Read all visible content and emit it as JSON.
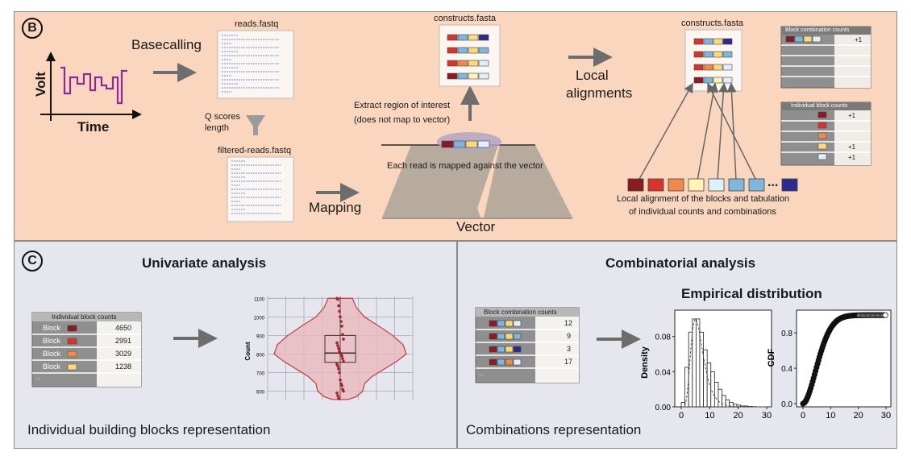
{
  "panel_b": {
    "letter": "B",
    "volt_label": "Volt",
    "time_label": "Time",
    "basecalling_label": "Basecalling",
    "reads_file": "reads.fastq",
    "q_scores_label": "Q scores",
    "length_label": "length",
    "filtered_file": "filtered-reads.fastq",
    "mapping_label": "Mapping",
    "constructs_file_center": "constructs.fasta",
    "extract_label_line1": "Extract region of interest",
    "extract_label_line2": "(does not map to vector)",
    "mapped_label": "Each read is mapped against the vector",
    "vector_label": "Vector",
    "local_label_line1": "Local",
    "local_label_line2": "alignments",
    "constructs_file_right": "constructs.fasta",
    "block_combination_counts_header": "Block combination counts",
    "combination_plus": "+1",
    "individual_block_counts_header": "Individual block counts",
    "individual_plus": [
      "+1",
      "",
      "",
      "+1",
      "+1"
    ],
    "ellipsis": "...",
    "caption_line1": "Local alignment of the blocks and tabulation",
    "caption_line2": "of individual counts and combinations"
  },
  "panel_c": {
    "letter": "C",
    "univariate_title": "Univariate analysis",
    "combinatorial_title": "Combinatorial analysis",
    "empirical_title": "Empirical distribution",
    "individual_table": {
      "header": "Individual block counts",
      "rows": [
        {
          "label": "Block",
          "color": "#8b1a22",
          "value": "4650"
        },
        {
          "label": "Block",
          "color": "#d8342c",
          "value": "2991"
        },
        {
          "label": "Block",
          "color": "#f08a4b",
          "value": "3029"
        },
        {
          "label": "Block",
          "color": "#fbd97a",
          "value": "1238"
        }
      ],
      "ellipsis": "..."
    },
    "combination_table": {
      "header": "Block combination counts",
      "values": [
        "12",
        "9",
        "3",
        "17"
      ],
      "ellipsis": "..."
    },
    "univariate_caption": "Individual building blocks representation",
    "combinations_caption": "Combinations representation"
  },
  "colors": {
    "dark_red": "#8b1a22",
    "red": "#d8342c",
    "orange": "#f08a4b",
    "yellow": "#fbd97a",
    "light_yellow": "#fff2b3",
    "light_blue": "#dff1f7",
    "blue": "#7fb7dc",
    "navy": "#2b2d8c",
    "violin_fill": "#e9b9bd",
    "violin_stroke": "#c0464e"
  },
  "chart_data": [
    {
      "type": "line",
      "ylabel": "Volt",
      "xlabel": "Time",
      "note": "schematic nanopore current trace, no numeric ticks"
    },
    {
      "type": "scatter",
      "ylabel": "Count",
      "yticks": [
        600,
        700,
        800,
        900,
        1000,
        1100
      ],
      "ylim": [
        550,
        1110
      ],
      "box": {
        "q1": 755,
        "median": 805,
        "q3": 900
      },
      "points": [
        1100,
        1095,
        1060,
        1030,
        1000,
        975,
        950,
        905,
        880,
        860,
        845,
        830,
        815,
        805,
        800,
        790,
        775,
        760,
        745,
        735,
        720,
        700,
        660,
        640,
        630,
        610,
        600,
        590,
        575,
        560
      ]
    },
    {
      "type": "bar",
      "ylabel": "Density",
      "xticks": [
        0,
        10,
        20,
        30
      ],
      "yticks": [
        0.0,
        0.04,
        0.08
      ],
      "ytick_labels": [
        "0.00",
        "0.04",
        "0.08"
      ],
      "ylim": [
        0,
        0.11
      ],
      "bin_width": 1.3,
      "values": [
        0.005,
        0.045,
        0.085,
        0.1,
        0.1,
        0.085,
        0.065,
        0.05,
        0.04,
        0.028,
        0.02,
        0.013,
        0.008,
        0.005,
        0.003,
        0.002,
        0.001,
        0.001,
        0.0005,
        0.0003
      ]
    },
    {
      "type": "scatter",
      "ylabel": "CDF",
      "xticks": [
        0,
        10,
        20,
        30
      ],
      "yticks": [
        0.0,
        0.4,
        0.8
      ],
      "ytick_labels": [
        "0.0",
        "0.4",
        "0.8"
      ],
      "ylim": [
        0,
        1.02
      ],
      "x": [
        0,
        1,
        2,
        3,
        4,
        5,
        6,
        7,
        8,
        9,
        10,
        11,
        12,
        13,
        14,
        15,
        16,
        17,
        18,
        19,
        20,
        22,
        24,
        26,
        28,
        30
      ],
      "y": [
        0.0,
        0.02,
        0.08,
        0.18,
        0.3,
        0.43,
        0.55,
        0.65,
        0.73,
        0.8,
        0.85,
        0.89,
        0.92,
        0.94,
        0.955,
        0.965,
        0.975,
        0.98,
        0.985,
        0.99,
        0.992,
        0.995,
        0.997,
        0.998,
        0.999,
        1.0
      ]
    }
  ]
}
